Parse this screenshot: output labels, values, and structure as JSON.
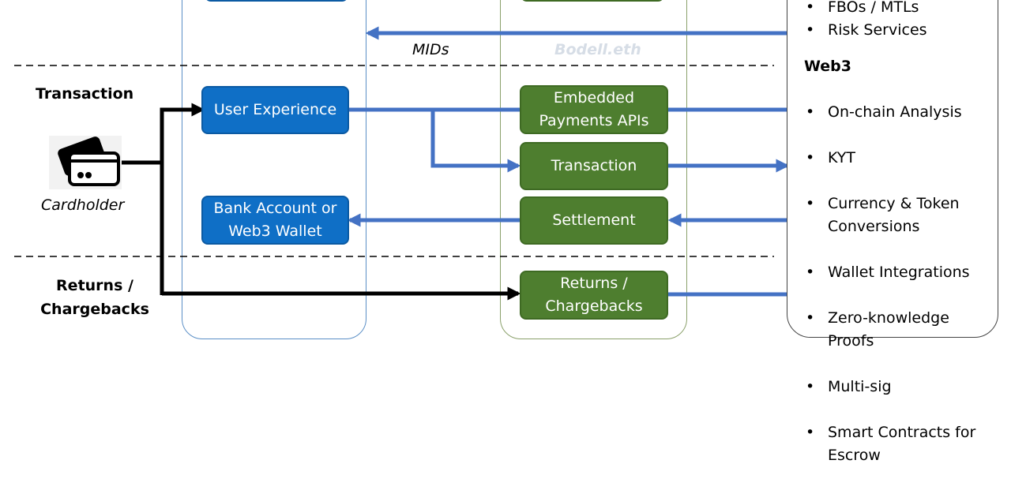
{
  "rows": {
    "transaction": "Transaction",
    "returns": "Returns /\nChargebacks"
  },
  "cardholder": {
    "label": "Cardholder",
    "icon": "credit-card-icon"
  },
  "labels": {
    "mids": "MIDs",
    "bodell": "Bodell.eth"
  },
  "left_boxes": {
    "user_experience": "User Experience",
    "bank_account": "Bank Account or\nWeb3 Wallet"
  },
  "middle_boxes": {
    "embedded_payments": "Embedded\nPayments APIs",
    "transaction": "Transaction",
    "settlement": "Settlement",
    "returns": "Returns /\nChargebacks"
  },
  "services": {
    "top_items": [
      "FBOs / MTLs",
      "Risk Services"
    ],
    "web3_heading": "Web3",
    "web3_items": [
      "On-chain Analysis",
      "KYT",
      "Currency & Token\nConversions",
      "Wallet Integrations",
      "Zero-knowledge\nProofs",
      "Multi-sig",
      "Smart Contracts for\nEscrow"
    ]
  },
  "colors": {
    "blue_box": "#0f6fc6",
    "green_box": "#4e7e2f",
    "arrow_blue": "#4472c4",
    "arrow_black": "#000000"
  }
}
